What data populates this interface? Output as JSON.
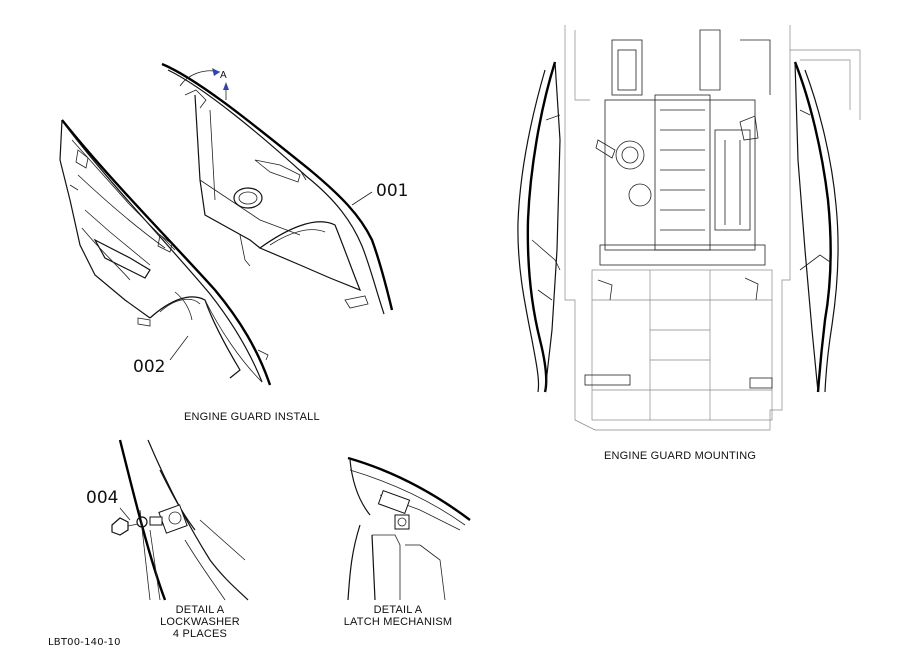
{
  "views": {
    "install": {
      "title": "ENGINE GUARD INSTALL",
      "detail_marker": "A"
    },
    "mounting": {
      "title": "ENGINE GUARD MOUNTING"
    },
    "detail_lockwasher": {
      "line1": "DETAIL  A",
      "line2": "LOCKWASHER",
      "line3": "4 PLACES"
    },
    "detail_latch": {
      "line1": "DETAIL  A",
      "line2": "LATCH MECHANISM"
    }
  },
  "callouts": {
    "p001": "001",
    "p002": "002",
    "p004": "004"
  },
  "drawing_number": "LBT00-140-10"
}
